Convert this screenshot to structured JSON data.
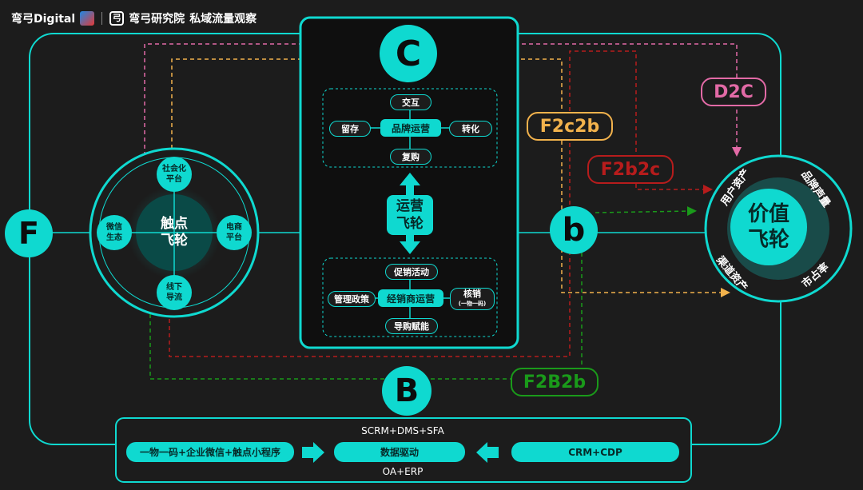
{
  "header": {
    "brand": "弯弓Digital",
    "institute": "弯弓研究院",
    "title": "私域流量观察"
  },
  "letters": {
    "c": "C",
    "f": "F",
    "b_small": "b",
    "b_big": "B"
  },
  "touch_flywheel": {
    "center": "触点\n飞轮",
    "nodes": [
      "社会化\n平台",
      "电商\n平台",
      "线下\n导流",
      "微信\n生态"
    ]
  },
  "brand_ops": {
    "center": "品牌运营",
    "top": "交互",
    "left": "留存",
    "right": "转化",
    "bottom": "复购"
  },
  "ops_flywheel": {
    "center": "运营\n飞轮"
  },
  "dealer_ops": {
    "center": "经销商运营",
    "top": "促销活动",
    "left": "管理政策",
    "right": "核销",
    "right_sub": "(一物一码)",
    "bottom": "导购赋能"
  },
  "value_flywheel": {
    "center": "价值\n飞轮",
    "ring": [
      "用户资产",
      "品牌声量",
      "市占率",
      "渠道资产"
    ]
  },
  "tags": {
    "d2c": "D2C",
    "f2c2b": "F2c2b",
    "f2b2c": "F2b2c",
    "f2b2b": "F2B2b"
  },
  "colors": {
    "cyan": "#0fd9d0",
    "pink": "#e26aa6",
    "orange": "#f2b24c",
    "red": "#b71c1c",
    "green": "#1a9a1a"
  },
  "bottom_bar": {
    "top_label": "SCRM+DMS+SFA",
    "left": "一物一码+企业微信+触点小程序",
    "center": "数据驱动",
    "right": "CRM+CDP",
    "bottom_label": "OA+ERP"
  }
}
